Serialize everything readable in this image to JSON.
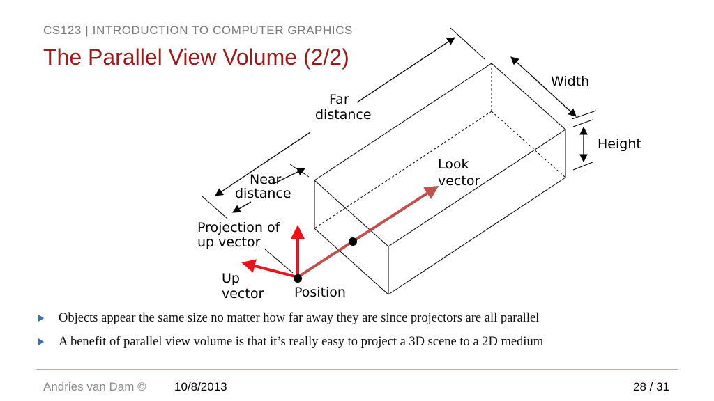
{
  "header": {
    "course": "CS123 | INTRODUCTION TO COMPUTER GRAPHICS",
    "title": "The Parallel View Volume (2/2)"
  },
  "diagram": {
    "labels": {
      "far_line1": "Far",
      "far_line2": "distance",
      "width": "Width",
      "height": "Height",
      "look_line1": "Look",
      "look_line2": "vector",
      "near_line1": "Near",
      "near_line2": "distance",
      "projection_line1": "Projection of",
      "projection_line2": "up vector",
      "up_line1": "Up",
      "up_line2": "vector",
      "position": "Position"
    },
    "colors": {
      "look_vector": "#c0504d",
      "up_vector": "#e8141b",
      "outline": "#000000"
    }
  },
  "bullets": [
    {
      "icon": "triangle-right-icon",
      "text": "Objects appear the same size no matter how far away they are since projectors are all parallel"
    },
    {
      "icon": "triangle-right-icon",
      "text": "A benefit of parallel view volume is that it’s really easy to project a 3D scene to a 2D medium"
    }
  ],
  "footer": {
    "author": "Andries van Dam ©",
    "date": "10/8/2013",
    "page": "28 / 31"
  }
}
